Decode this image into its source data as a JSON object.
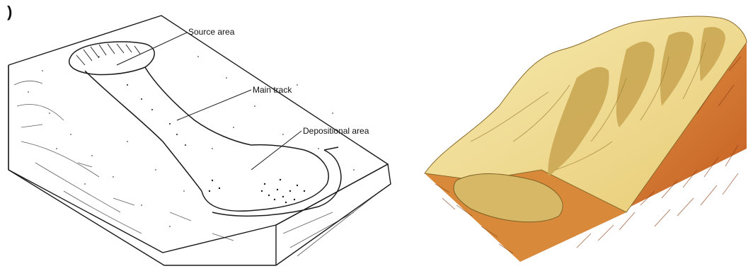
{
  "figure": {
    "panel_marker": ")",
    "labels": {
      "source_area": "Source area",
      "main_track": "Main track",
      "depositional_area": "Depositional area"
    },
    "colors": {
      "ink": "#1a1a1a",
      "right_surface_light": "#f4e7a6",
      "right_surface_mid": "#e6c56a",
      "right_gully": "#b8993f",
      "right_side_top": "#e39a45",
      "right_side_bottom": "#c2561c"
    }
  }
}
